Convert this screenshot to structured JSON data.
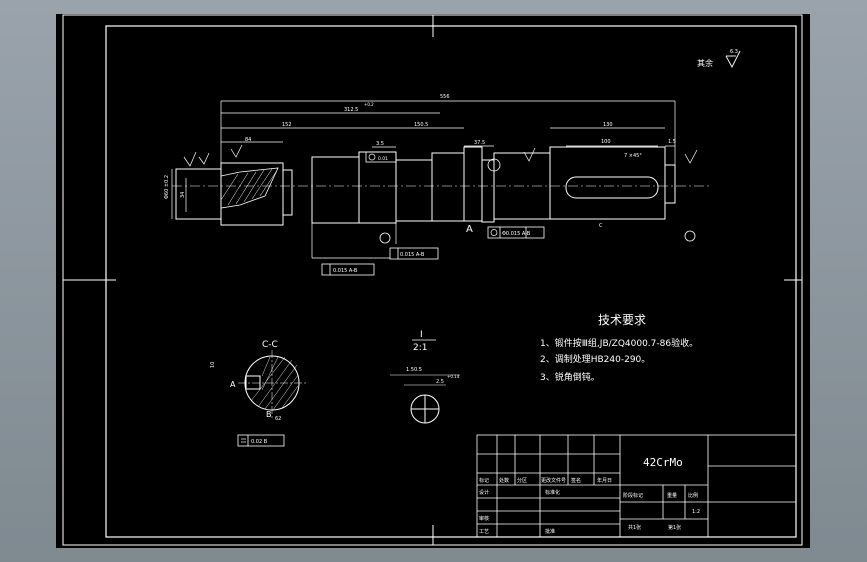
{
  "drawing": {
    "roughness_note": "其余",
    "roughness_value": "6.3",
    "dims": {
      "overall": "556",
      "d312": "312.5",
      "d312_tol": "+0.2",
      "d152": "152",
      "d84": "84",
      "d1505": "150.5",
      "d375": "37.5",
      "d35": "3.5",
      "d130": "130",
      "d100": "100",
      "d15": "1.5",
      "key_note": "7 ×45°",
      "thread_dia": "Φ60 ±0.2",
      "left_label": "34"
    },
    "runout_1": "0.015 A-B",
    "runout_2": "0.015 A-B",
    "coax": "Φ0.015 A-B",
    "cyl": "0.01",
    "datum_a": "A",
    "datum_b": "B",
    "section_c": "C",
    "section_title": "C-C",
    "section_dim_top": "10",
    "section_dim_bottom": "62",
    "sym_tol": "0.02 B",
    "detail_num": "I",
    "detail_scale": "2:1",
    "detail_d1": "1.50.5",
    "detail_d2": "2.5",
    "detail_d2_tol": "+0.14"
  },
  "tech": {
    "title": "技术要求",
    "items": [
      "1、锻件按Ⅲ组,JB/ZQ4000.7-86验收。",
      "2、调制处理HB240-290。",
      "3、锐角倒钝。"
    ]
  },
  "title_block": {
    "material": "42CrMo",
    "row_labels": [
      "标记",
      "处数",
      "分区",
      "更改文件号",
      "签名",
      "年月日"
    ],
    "design": "设计",
    "standard": "标准化",
    "review": "审核",
    "process": "工艺",
    "approve": "批准",
    "stage_labels": [
      "阶段标记",
      "重量",
      "比例"
    ],
    "scale": "1:2",
    "sheets": [
      "共1张",
      "第1张"
    ]
  }
}
